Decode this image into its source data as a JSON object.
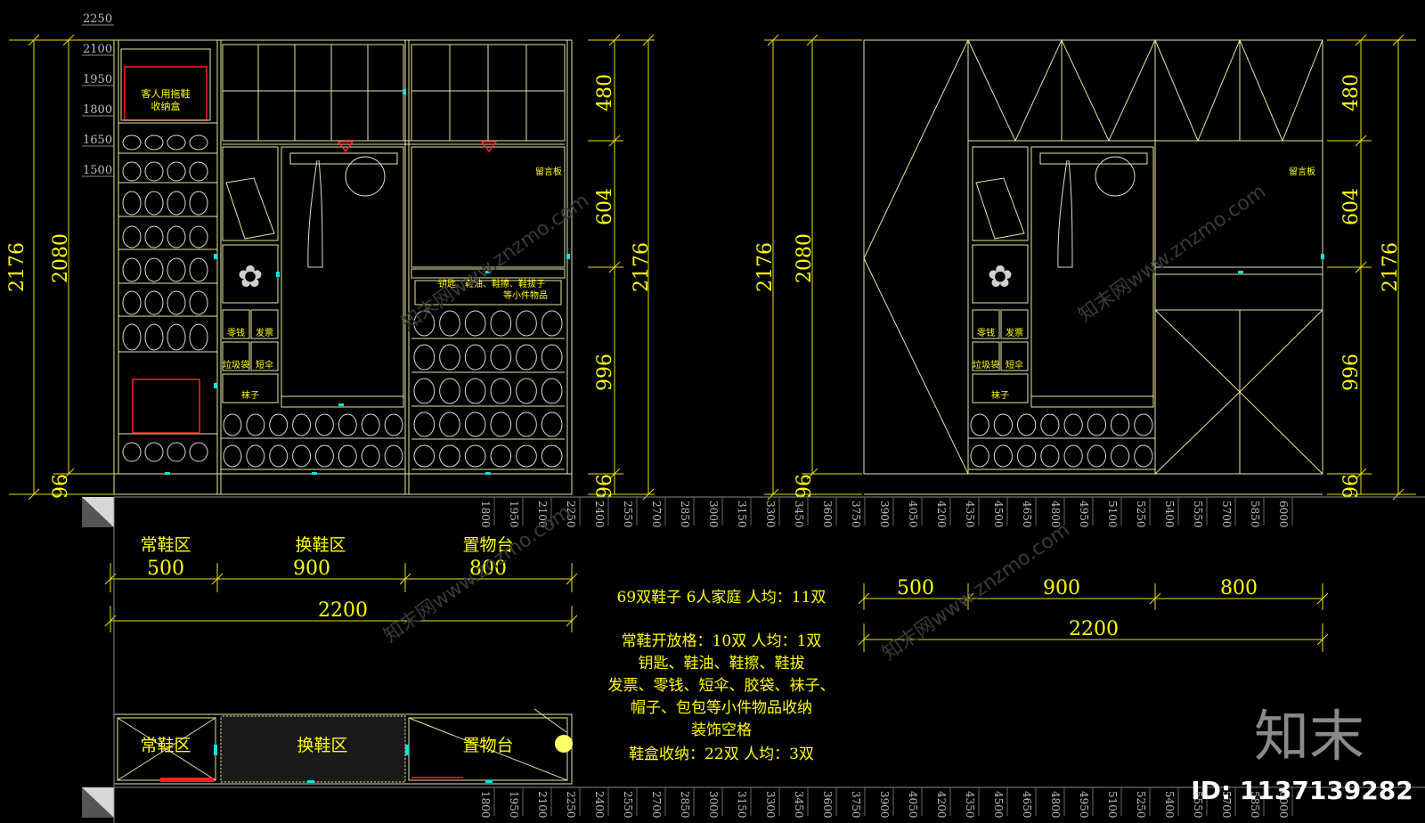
{
  "colors": {
    "background": "#000000",
    "dimension": "#ffff00",
    "outline": "#e6e6a0",
    "accent_cyan": "#00e5e5",
    "accent_red": "#ff2020"
  },
  "level_marks": [
    "2250",
    "2100",
    "1950",
    "1800",
    "1650",
    "1500"
  ],
  "left_elevation": {
    "zone_labels": {
      "guest": "客人用拖鞋\n收纳盒",
      "keys": "钥匙、鞋油、鞋擦、鞋拔子\n等小件物品",
      "message": "留言板",
      "coins": "零钱",
      "receipt": "发票",
      "bag": "垃圾袋",
      "umbrella": "短伞",
      "socks": "袜子"
    },
    "dims_left": [
      "2176",
      "2080",
      "96"
    ],
    "dims_right": [
      "480",
      "604",
      "996",
      "96",
      "2176"
    ]
  },
  "right_elevation": {
    "zone_labels": {
      "message": "留言板",
      "coins": "零钱",
      "receipt": "发票",
      "bag": "垃圾袋",
      "umbrella": "短伞",
      "socks": "袜子"
    },
    "dims_left": [
      "2176",
      "2080",
      "96"
    ],
    "dims_right": [
      "480",
      "604",
      "996",
      "96",
      "2176"
    ]
  },
  "zones": {
    "zone1": "常鞋区",
    "zone2": "换鞋区",
    "zone3": "置物台"
  },
  "widths": {
    "w1": "500",
    "w2": "900",
    "w3": "800",
    "total": "2200"
  },
  "right_widths": {
    "w1": "500",
    "w2": "900",
    "w3": "800",
    "total": "2200"
  },
  "plan_labels": {
    "zone1": "常鞋区",
    "zone2": "换鞋区",
    "zone3": "置物台"
  },
  "notes": [
    "69双鞋子 6人家庭 人均：11双",
    "常鞋开放格：10双 人均：1双",
    "钥匙、鞋油、鞋擦、鞋拔",
    "发票、零钱、短伞、胶袋、袜子、",
    "帽子、包包等小件物品收纳",
    "装饰空格",
    "鞋盒收纳：22双 人均：3双"
  ],
  "ruler_ticks": [
    "1800",
    "1950",
    "2100",
    "2250",
    "2400",
    "2550",
    "2700",
    "2850",
    "3000",
    "3150",
    "3300",
    "3450",
    "3600",
    "3750",
    "3900",
    "4050",
    "4200",
    "4350",
    "4500",
    "4650",
    "4800",
    "4950",
    "5100",
    "5250",
    "5400",
    "5550",
    "5700",
    "5850",
    "6000"
  ],
  "brand": {
    "logo": "知末",
    "id": "ID: 1137139282",
    "watermark": "知末网www.znzmo.com"
  }
}
